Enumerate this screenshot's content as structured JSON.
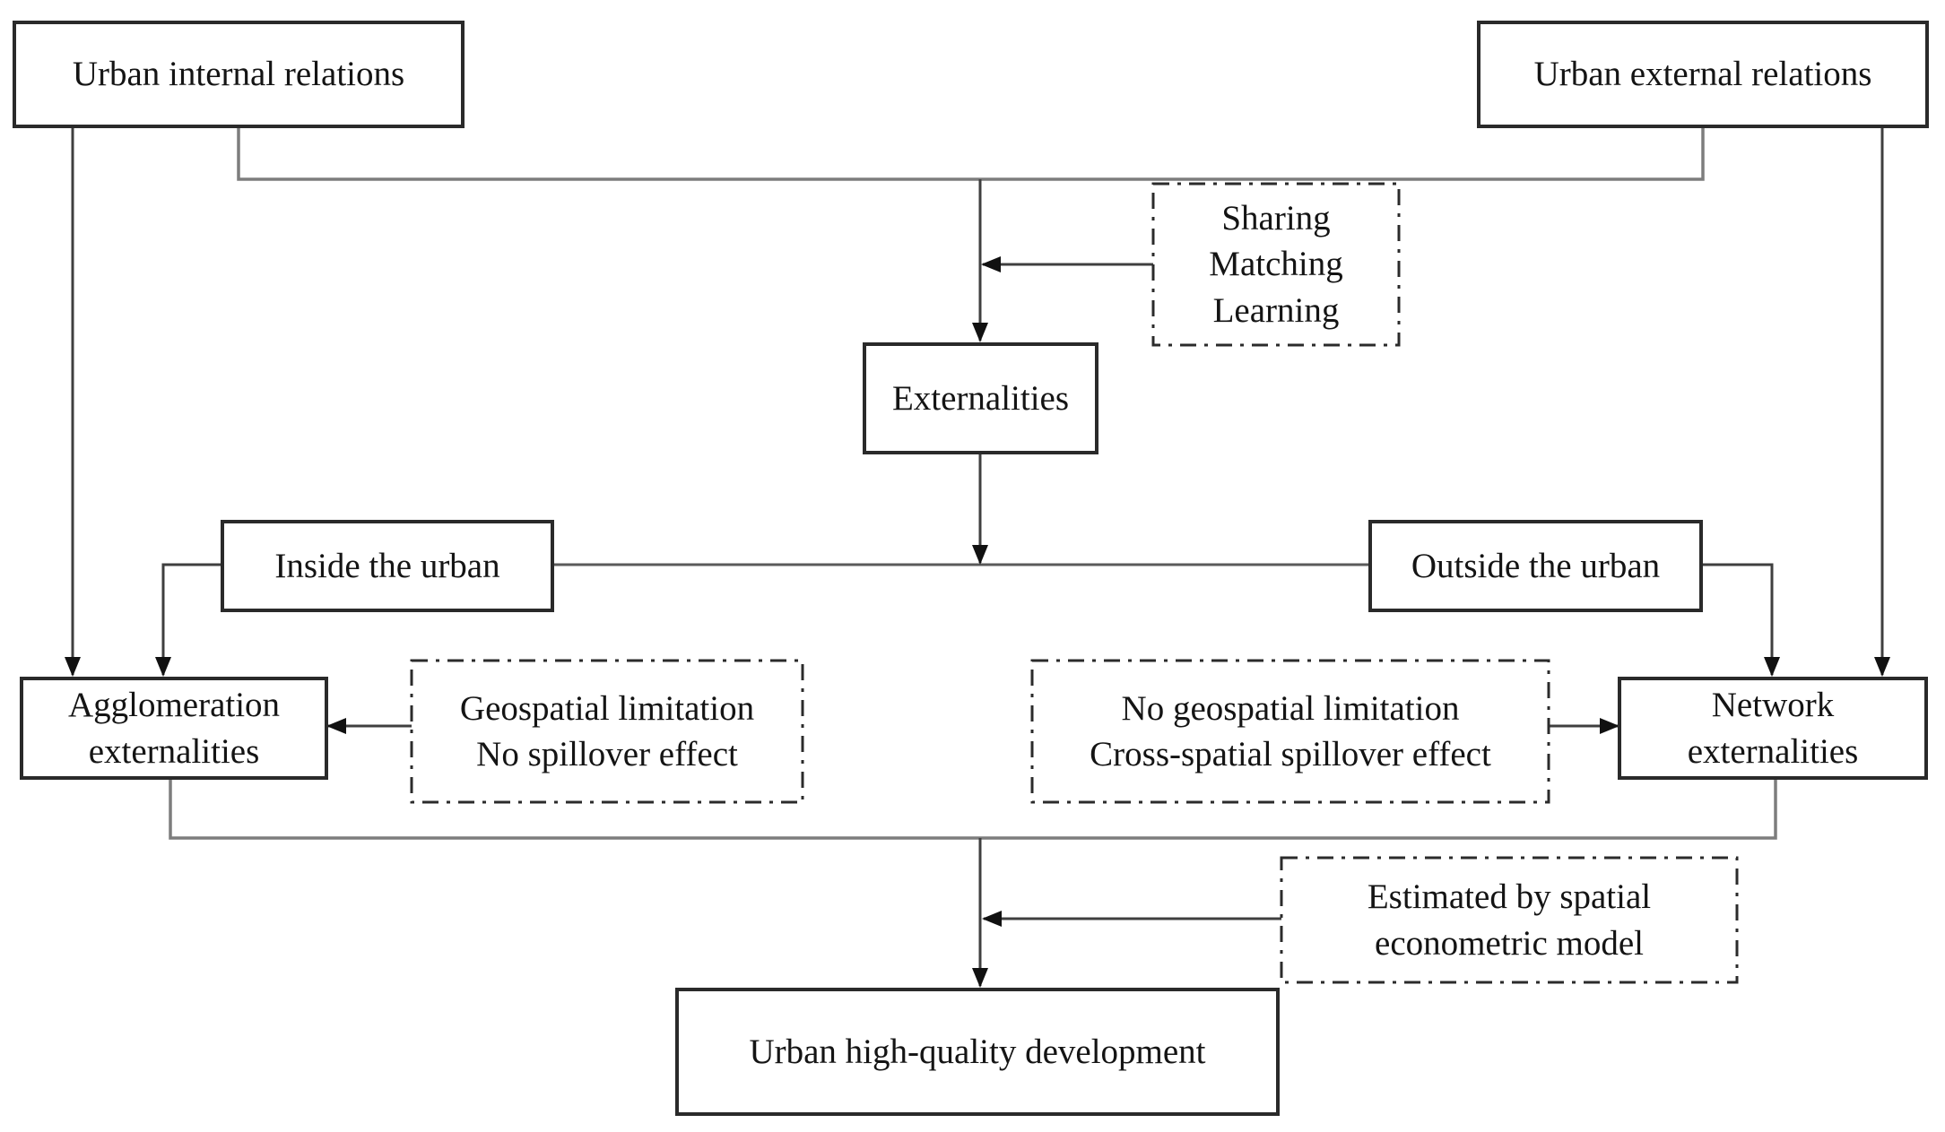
{
  "diagram": {
    "nodes": {
      "urban_internal": {
        "label": "Urban internal relations"
      },
      "urban_external": {
        "label": "Urban external relations"
      },
      "sharing": {
        "lines": [
          "Sharing",
          "Matching",
          "Learning"
        ]
      },
      "externalities": {
        "label": "Externalities"
      },
      "inside_urban": {
        "label": "Inside the urban"
      },
      "outside_urban": {
        "label": "Outside the urban"
      },
      "agglomeration": {
        "lines": [
          "Agglomeration",
          "externalities"
        ]
      },
      "network": {
        "lines": [
          "Network",
          "externalities"
        ]
      },
      "geospatial": {
        "lines": [
          "Geospatial limitation",
          "No spillover effect"
        ]
      },
      "no_geospatial": {
        "lines": [
          "No geospatial limitation",
          "Cross-spatial spillover effect"
        ]
      },
      "estimated": {
        "lines": [
          "Estimated by spatial",
          "econometric model"
        ]
      },
      "development": {
        "label": "Urban high-quality development"
      }
    },
    "colors": {
      "background": "#ffffff",
      "text": "#141414",
      "solid_border": "#2a2a2a",
      "dash_border": "#2b2b2b",
      "rail": "#7d7d7d",
      "arrow_line": "#3f3f3f",
      "arrow_head": "#111111"
    }
  }
}
